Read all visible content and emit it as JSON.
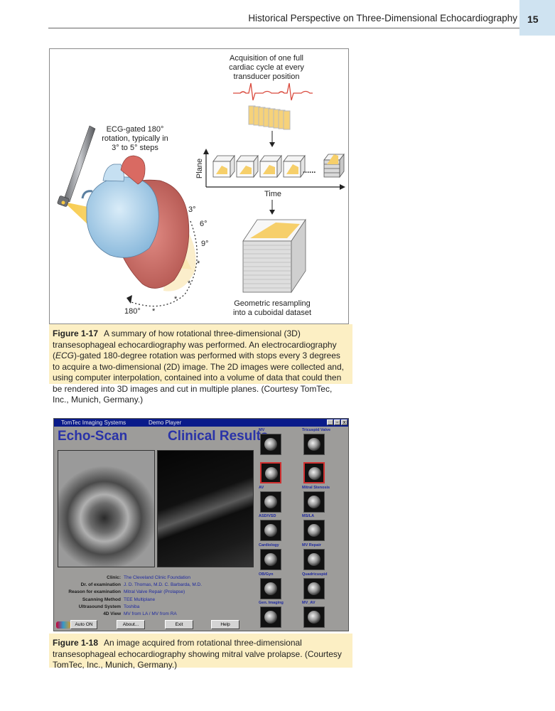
{
  "header": {
    "running_title": "Historical Perspective on Three-Dimensional Echocardiography",
    "page_number": "15"
  },
  "figure_17": {
    "labels": {
      "acquisition": [
        "Acquisition of one full",
        "cardiac cycle at every",
        "transducer position"
      ],
      "rotation": [
        "ECG-gated 180°",
        "rotation, typically in",
        "3° to 5° steps"
      ],
      "plane_axis": "Plane",
      "time_axis": "Time",
      "dots": "......",
      "angles": [
        "3°",
        "6°",
        "9°",
        "180°"
      ],
      "resampling": [
        "Geometric resampling",
        "into a cuboidal dataset"
      ]
    },
    "caption": {
      "label": "Figure 1-17",
      "text_before_ecg": "A summary of how rotational three-dimensional (3D) transesophageal echocardiography was performed. An electrocardiography (",
      "ecg_abbr": "ECG",
      "text_after_ecg": ")-gated 180-degree rotation was performed with stops every 3 degrees to acquire a two-dimensional (2D) image. The 2D images were collected and, using computer interpolation, contained into a volume of data that could then be rendered into 3D images and cut in multiple planes. (Courtesy TomTec, Inc., Munich, Germany.)"
    }
  },
  "figure_18": {
    "window": {
      "app_name": "TomTec Imaging Systems",
      "mode": "Demo Player",
      "controls": [
        "_",
        "▫",
        "x"
      ]
    },
    "left_title": "Echo-Scan",
    "right_title": "Clinical Results",
    "info": [
      {
        "label": "Clinic:",
        "value": "The Cleveland Clinic Foundation"
      },
      {
        "label": "Dr. of examination",
        "value": "J. D. Thomas, M.D. C. Barbarda, M.D."
      },
      {
        "label": "Reason for examination",
        "value": "Mitral Valve Repair (Prolapse)"
      },
      {
        "label": "Scanning Method",
        "value": "TEE Multiplane"
      },
      {
        "label": "Ultrasound System",
        "value": "Toshiba"
      },
      {
        "label": "4D View",
        "value": "MV from LA / MV from RA"
      }
    ],
    "thumbnails_left": [
      "MV",
      "",
      "AV",
      "ASD/VSD",
      "Cardiology",
      "OB/Gyn",
      "Gen. Imaging"
    ],
    "thumbnails_right": [
      "Tricuspid Valve",
      "",
      "Mitral Stenosis",
      "MS/LA",
      "MV Repair",
      "Quadricuspid",
      "MV_AV"
    ],
    "buttons": [
      "Auto ON",
      "About...",
      "Exit",
      "Help"
    ],
    "caption": {
      "label": "Figure 1-18",
      "text": "An image acquired from rotational three-dimensional transesophageal echocardiography showing mitral valve prolapse. (Courtesy TomTec, Inc., Munich, Germany.)"
    }
  }
}
